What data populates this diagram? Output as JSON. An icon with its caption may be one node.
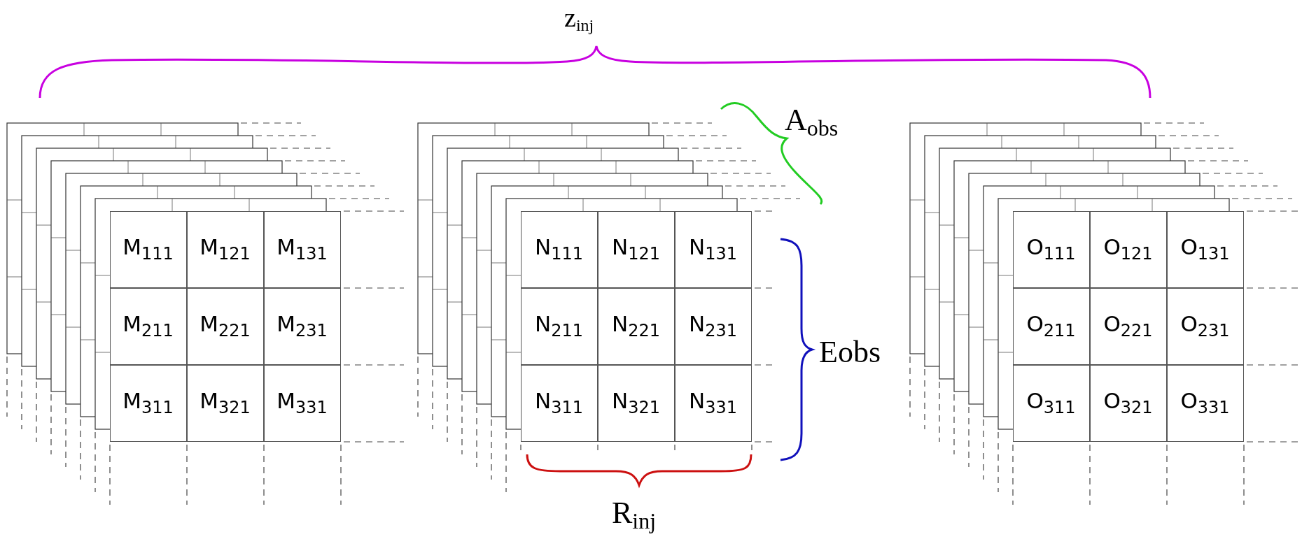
{
  "diagram": {
    "nodes": [
      {
        "text": [],
        "shape": "box"
      },
      {
        "text": [
          "M$_{111}$"
        ],
        "in": 0
      },
      {
        "text": [
          "M$_{121}$"
        ],
        "in": 0
      },
      {
        "text": [
          "M$_{131}$"
        ],
        "in": 0
      },
      {
        "text": [
          "M$_{211}$"
        ],
        "in": 0
      },
      {
        "text": [
          "M$_{221}$"
        ],
        "in": 0
      },
      {
        "text": [
          "M$_{231}$"
        ],
        "in": 0
      },
      {
        "text": [
          "M$_{311}$"
        ],
        "in": 0
      },
      {
        "text": [
          "M$_{321}$"
        ],
        "in": 0
      },
      {
        "text": [
          "M$_{331}$"
        ],
        "in": 0
      },
      {
        "text": [],
        "shape": "box"
      },
      {
        "text": [
          "N$_{111}$"
        ],
        "in": 10
      },
      {
        "text": [
          "N$_{121}$"
        ],
        "in": 10
      },
      {
        "text": [
          "N$_{131}$"
        ],
        "in": 10
      },
      {
        "text": [
          "N$_{211}$"
        ],
        "in": 10
      },
      {
        "text": [
          "N$_{221}$"
        ],
        "in": 10
      },
      {
        "text": [
          "N$_{231}$"
        ],
        "in": 10
      },
      {
        "text": [
          "N$_{311}$"
        ],
        "in": 10
      },
      {
        "text": [
          "N$_{321}$"
        ],
        "in": 10
      },
      {
        "text": [
          "N$_{331}$"
        ],
        "in": 10
      },
      {
        "text": [],
        "shape": "box"
      },
      {
        "text": [
          "O$_{111}$"
        ],
        "in": 20
      },
      {
        "text": [
          "O$_{121}$"
        ],
        "in": 20
      },
      {
        "text": [
          "O$_{131}$"
        ],
        "in": 20
      },
      {
        "text": [
          "O$_{211}$"
        ],
        "in": 20
      },
      {
        "text": [
          "O$_{221}$"
        ],
        "in": 20
      },
      {
        "text": [
          "O$_{231}$"
        ],
        "in": 20
      },
      {
        "text": [
          "O$_{311}$"
        ],
        "in": 20
      },
      {
        "text": [
          "O$_{321}$"
        ],
        "in": 20
      },
      {
        "text": [
          "O$_{331}$"
        ],
        "in": 20
      }
    ],
    "labels": [
      "z$_{inj}$",
      "A$_{obs}$",
      "Eobs",
      "R$_{inj}$"
    ]
  }
}
